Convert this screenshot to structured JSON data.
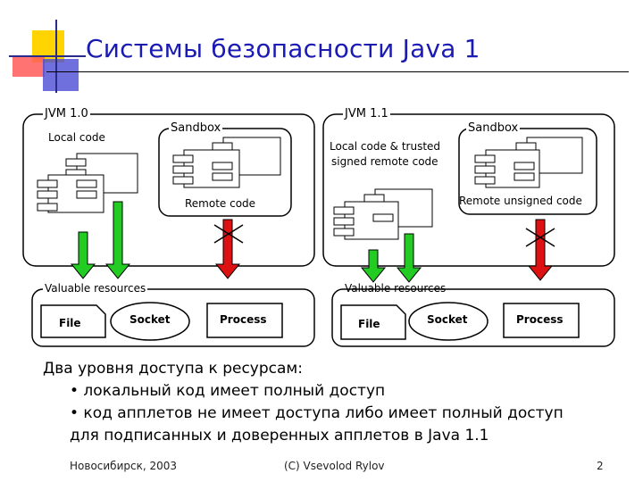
{
  "slide": {
    "title": "Системы безопасности Java 1",
    "page_number": "2"
  },
  "left": {
    "jvm_label": "JVM 1.0",
    "local_code": "Local code",
    "sandbox_label": "Sandbox",
    "remote_code": "Remote code",
    "resources_label": "Valuable resources",
    "file": "File",
    "socket": "Socket",
    "process": "Process"
  },
  "right": {
    "jvm_label": "JVM 1.1",
    "local_code_line1": "Local code & trusted",
    "local_code_line2": "signed remote code",
    "sandbox_label": "Sandbox",
    "remote_code": "Remote unsigned code",
    "resources_label": "Valuable resources",
    "file": "File",
    "socket": "Socket",
    "process": "Process"
  },
  "text": {
    "heading": "Два уровня доступа к ресурсам:",
    "bullet1": "• локальный код имеет полный доступ",
    "bullet2": "• код апплетов не имеет доступа либо имеет полный доступ",
    "bullet2_cont": "для подписанных и доверенных апплетов в Java 1.1"
  },
  "footer": {
    "left": "Новосибирск, 2003",
    "center": "(C) Vsevolod Rylov"
  },
  "colors": {
    "title": "#1a1ab4",
    "allow_arrow": "#22cc22",
    "deny_arrow": "#dd1111"
  }
}
